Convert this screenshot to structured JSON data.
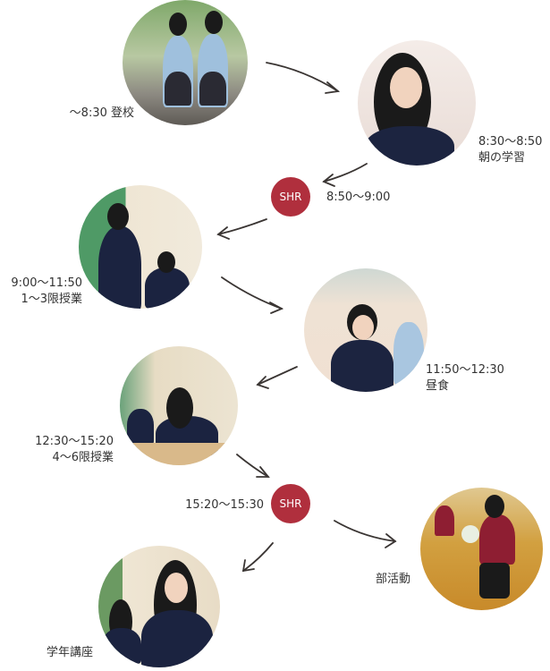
{
  "steps": [
    {
      "time": "～8:30 登校"
    },
    {
      "time": "8:30～8:50",
      "activity": "朝の学習"
    },
    {
      "badge": "SHR",
      "time": "8:50～9:00"
    },
    {
      "time": "9:00～11:50",
      "activity": "1～3限授業"
    },
    {
      "time": "11:50～12:30",
      "activity": "昼食"
    },
    {
      "time": "12:30～15:20",
      "activity": "4～6限授業"
    },
    {
      "badge": "SHR",
      "time": "15:20～15:30"
    },
    {
      "activity": "部活動"
    },
    {
      "activity": "学年講座"
    }
  ],
  "colors": {
    "shr_badge": "#b02f3d",
    "arrow": "#3a3533"
  }
}
